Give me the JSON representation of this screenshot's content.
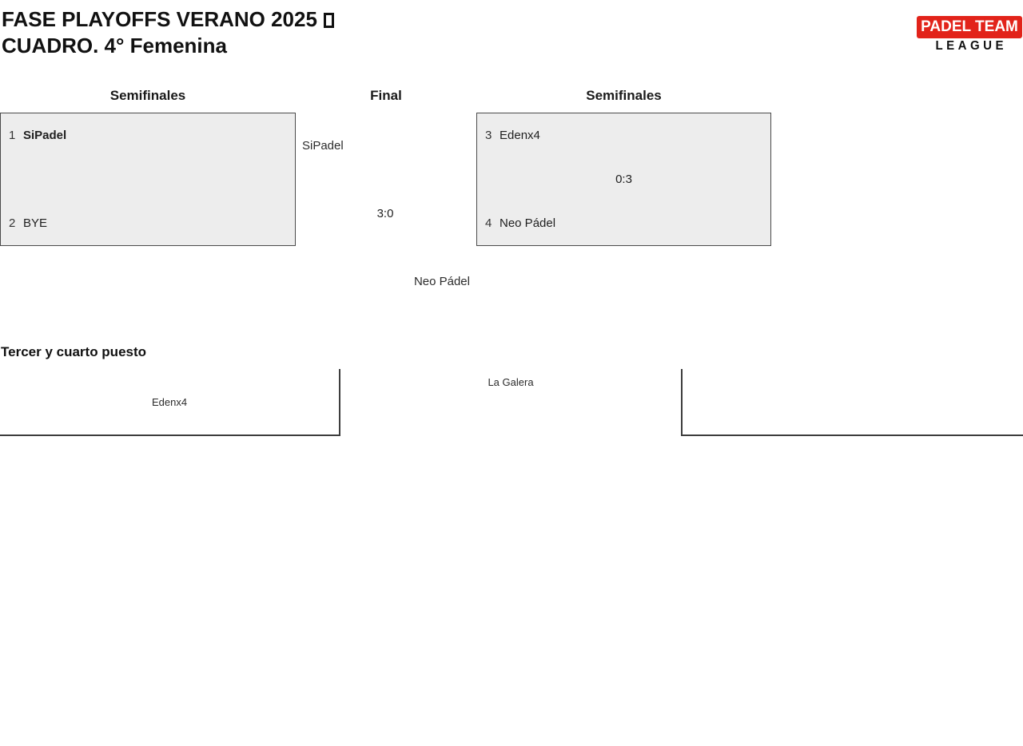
{
  "header": {
    "title_line1": "FASE PLAYOFFS VERANO 2025",
    "title_line2": "CUADRO. 4° Femenina",
    "logo": {
      "line1": "PADEL TEAM",
      "line2": "LEAGUE"
    }
  },
  "icons": {
    "title_missing_glyph": "tofu-box"
  },
  "colors": {
    "logo_red": "#e2231a",
    "box_fill": "#ededed",
    "box_border": "#4a4a4a",
    "bracket_line": "#3d3d3d",
    "text_dark": "#111111",
    "text_team": "#2b2b2b"
  },
  "bracket": {
    "round_titles": {
      "left": "Semifinales",
      "center": "Final",
      "right": "Semifinales"
    },
    "semifinal_left": {
      "seed1": "1",
      "team1": "SiPadel",
      "score": "",
      "seed2": "2",
      "team2": "BYE"
    },
    "semifinal_right": {
      "seed1": "3",
      "team1": "Edenx4",
      "score": "0:3",
      "seed2": "4",
      "team2": "Neo Pádel"
    },
    "final": {
      "side1": "SiPadel",
      "score": "3:0",
      "side2": "Neo Pádel"
    }
  },
  "third_place": {
    "heading": "Tercer y cuarto puesto",
    "left_slot": "Edenx4",
    "center_slot": "La Galera"
  }
}
